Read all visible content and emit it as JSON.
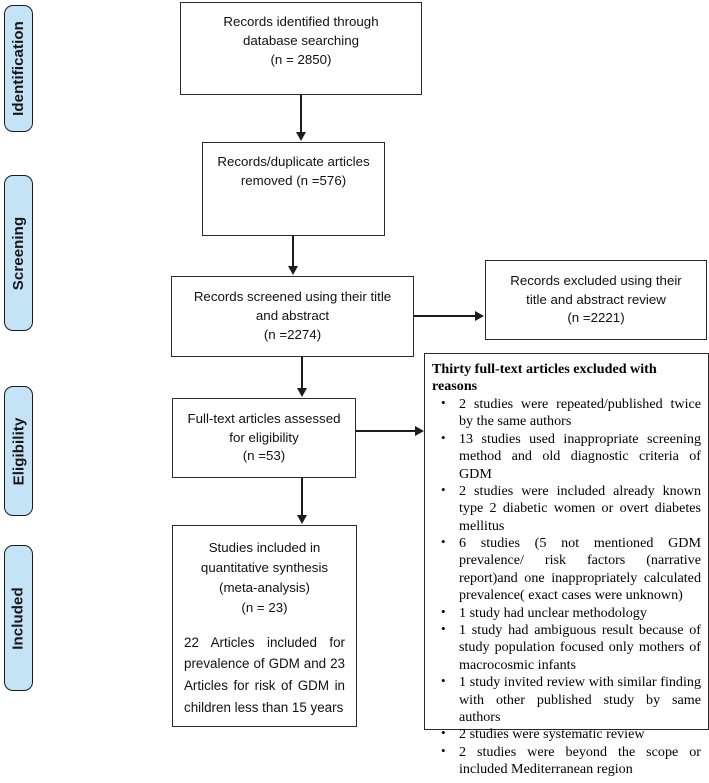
{
  "diagram": {
    "type": "prisma-flow-diagram",
    "stages": [
      {
        "id": "identification",
        "label": "Identification"
      },
      {
        "id": "screening",
        "label": "Screening"
      },
      {
        "id": "eligibility",
        "label": "Eligibility"
      },
      {
        "id": "included",
        "label": "Included"
      }
    ],
    "boxes": {
      "records_identified": "Records identified through\ndatabase searching\n(n = 2850)",
      "duplicates_removed": "Records/duplicate articles\nremoved (n =576)",
      "records_screened": "Records screened using their title\nand abstract\n(n =2274)",
      "fulltext_assessed": "Full-text articles assessed\nfor eligibility\n(n =53)",
      "studies_included_head": "Studies included in\nquantitative synthesis\n(meta-analysis)\n(n = 23)",
      "studies_included_body": "22 Articles included for prevalence of GDM and 23 Articles for risk of GDM in children less than 15 years",
      "records_excluded": "Records excluded using their\ntitle and abstract review\n(n =2221)"
    },
    "reasons_box": {
      "title": "Thirty full-text articles excluded with reasons",
      "items": [
        "2 studies were repeated/published twice by the same authors",
        "13 studies used inappropriate screening method and  old diagnostic criteria of GDM",
        "2 studies were included  already known type 2 diabetic women  or overt diabetes mellitus",
        "6 studies (5 not  mentioned GDM prevalence/  risk  factors  (narrative report)and one inappropriately calculated prevalence( exact cases were unknown)",
        "1 study had  unclear methodology",
        "1 study had  ambiguous result because of study population focused only  mothers of macrocosmic infants",
        "1 study  invited review with similar finding with other published study by same authors",
        "2 studies  were systematic review",
        "2 studies were  beyond the scope or included Mediterranean  region"
      ]
    },
    "colors": {
      "stage_fill": "#c5e3f6",
      "stage_border": "#1b1b1b",
      "box_border": "#2a2a2a",
      "connector": "#1d1d1d",
      "background": "#ffffff"
    }
  }
}
